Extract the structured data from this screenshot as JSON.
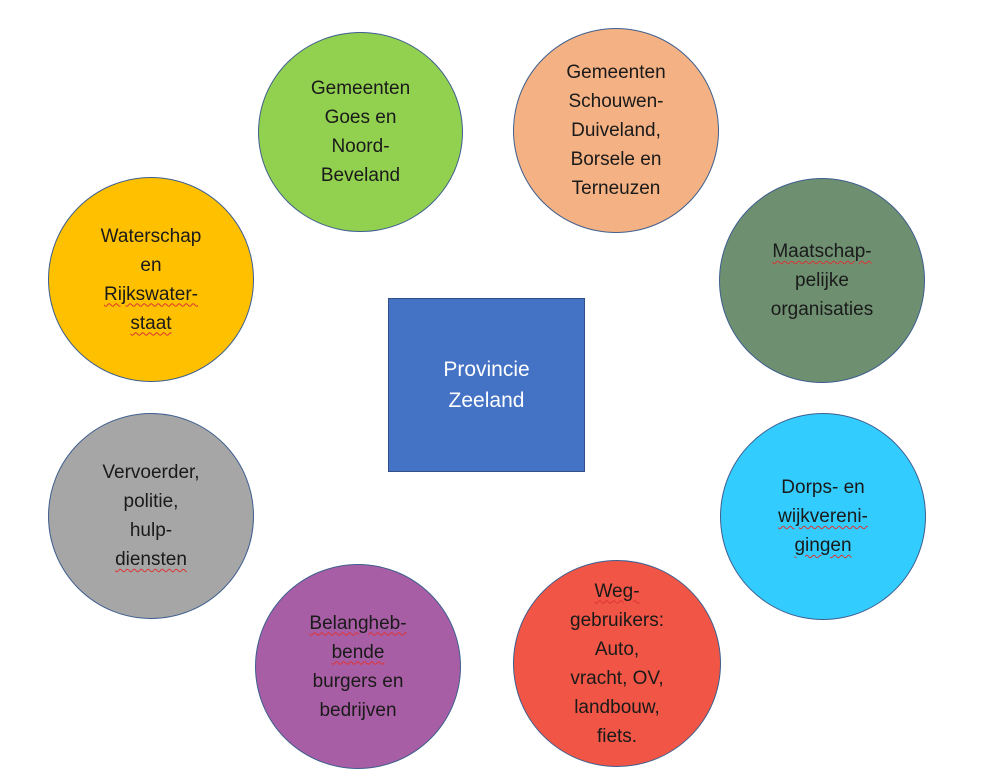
{
  "center": {
    "lines": [
      "Provincie",
      "Zeeland"
    ],
    "color": "#4472c4"
  },
  "nodes": [
    {
      "id": "goes-noord-beveland",
      "lines": [
        "Gemeenten",
        "Goes en",
        "Noord-",
        "Beveland"
      ],
      "color": "#92d050"
    },
    {
      "id": "schouwen-borsele-terneuzen",
      "lines": [
        "Gemeenten",
        "Schouwen-",
        "Duiveland,",
        "Borsele en",
        "Terneuzen"
      ],
      "color": "#f4b183"
    },
    {
      "id": "maatschappelijke-organisaties",
      "lines": [
        "Maatschap-",
        "pelijke",
        "organisaties"
      ],
      "color": "#6e9071"
    },
    {
      "id": "dorps-wijkverenigingen",
      "lines": [
        "Dorps- en",
        "wijkvereni-",
        "gingen"
      ],
      "color": "#33ccff"
    },
    {
      "id": "weggebruikers",
      "lines": [
        "Weg-",
        "gebruikers:",
        "Auto,",
        "vracht, OV,",
        "landbouw,",
        "fiets."
      ],
      "color": "#f05545"
    },
    {
      "id": "belanghebbende-burgers",
      "lines": [
        "Belangheb-",
        "bende",
        "burgers en",
        "bedrijven"
      ],
      "color": "#a85ea4"
    },
    {
      "id": "vervoerder-politie-hulpdiensten",
      "lines": [
        "Vervoerder,",
        "politie,",
        "hulp-",
        "diensten"
      ],
      "color": "#a6a6a6"
    },
    {
      "id": "waterschap-rijkswaterstaat",
      "lines": [
        "Waterschap",
        "en",
        "Rijkswater-",
        "staat"
      ],
      "color": "#ffc000"
    }
  ]
}
